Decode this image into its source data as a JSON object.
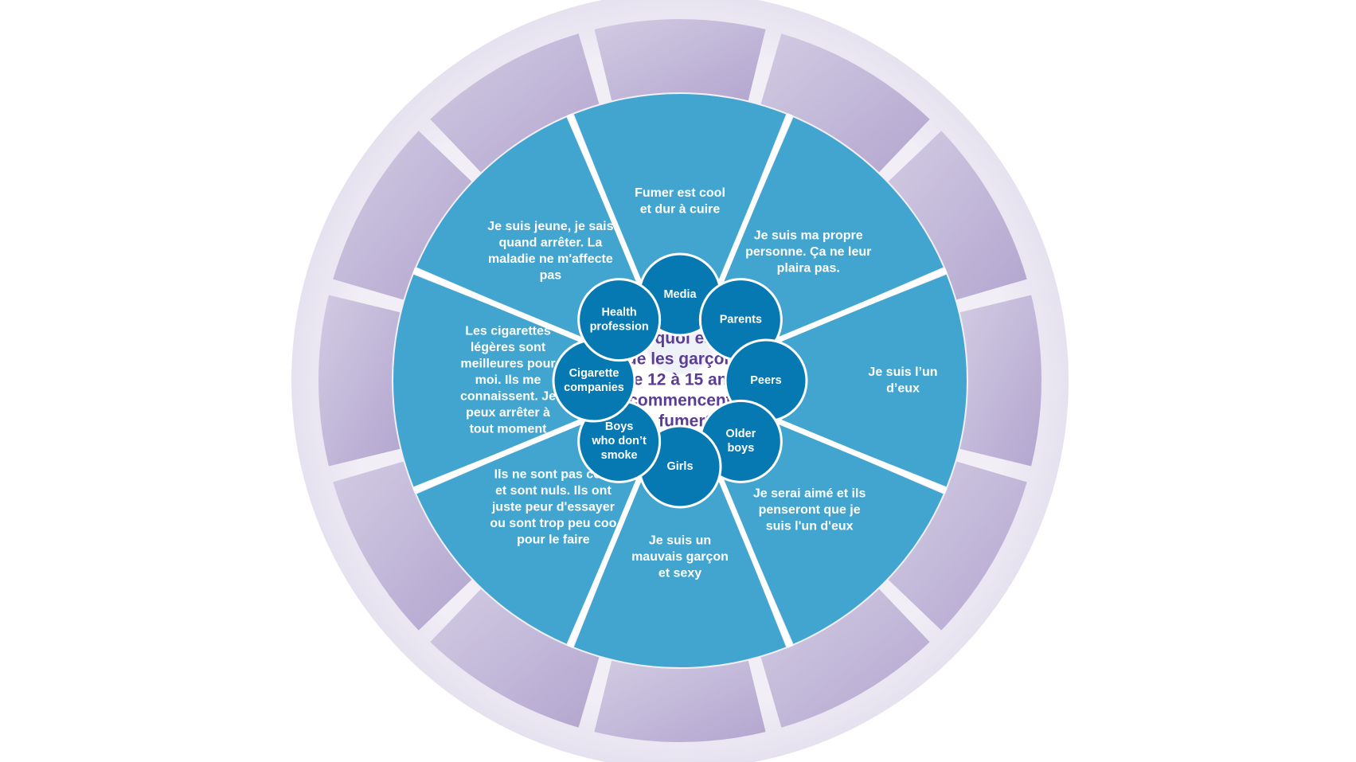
{
  "center_question": {
    "lines": [
      "Pourquoi est-ce",
      "que les garçons",
      "de 12 à 15 ans",
      "commencent",
      "à fumer?"
    ]
  },
  "colors": {
    "outer_ring": "#c9c0dc",
    "outer_ring_dark": "#b5a8d0",
    "outer_halo": "#ece8f3",
    "segment": "#42a5cf",
    "circle": "#0679b2",
    "center_text": "#5b3d94",
    "white": "#ffffff"
  },
  "segments": [
    {
      "influencer": [
        "Media"
      ],
      "belief": [
        "Fumer est cool",
        "et dur à cuire"
      ]
    },
    {
      "influencer": [
        "Parents"
      ],
      "belief": [
        "Je suis ma propre",
        "personne. Ça ne leur",
        "plaira pas."
      ]
    },
    {
      "influencer": [
        "Peers"
      ],
      "belief": [
        "Je suis l’un",
        "d’eux"
      ]
    },
    {
      "influencer": [
        "Older",
        "boys"
      ],
      "belief": [
        "Je serai aimé et ils",
        "penseront que je",
        "suis l'un d'eux"
      ]
    },
    {
      "influencer": [
        "Girls"
      ],
      "belief": [
        "Je suis un",
        "mauvais garçon",
        "et sexy"
      ]
    },
    {
      "influencer": [
        "Boys",
        "who don’t",
        "smoke"
      ],
      "belief": [
        "Ils ne sont pas cool",
        "et sont nuls. Ils ont",
        "juste peur d'essayer",
        "ou sont trop peu coo",
        "pour le faire"
      ]
    },
    {
      "influencer": [
        "Cigarette",
        "companies"
      ],
      "belief": [
        "Les cigarettes",
        "légères sont",
        "meilleures pour",
        "moi. Ils me",
        "connaissent. Je",
        "peux arrêter à",
        "tout moment"
      ]
    },
    {
      "influencer": [
        "Health",
        "profession"
      ],
      "belief": [
        "Je suis jeune, je sais",
        "quand arrêter. La",
        "maladie ne m'affecte",
        "pas"
      ]
    }
  ]
}
